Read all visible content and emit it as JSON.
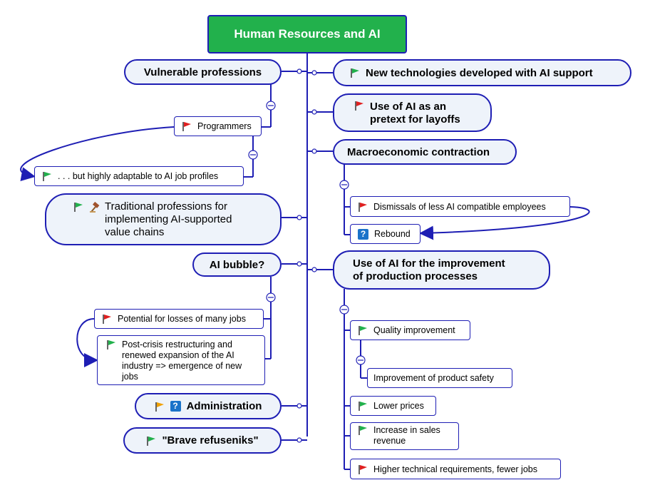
{
  "root": {
    "label": "Human Resources and AI"
  },
  "left": {
    "vulnerable": "Vulnerable professions",
    "programmers": "Programmers",
    "adaptable": ". . .  but highly adaptable to AI job profiles",
    "traditional": "Traditional professions for\nimplementing AI-supported\nvalue chains",
    "bubble": "AI bubble?",
    "losses": "Potential for losses of many jobs",
    "postcrisis": "Post-crisis restructuring and\nrenewed expansion of the AI\nindustry => emergence of new\njobs",
    "administration": "Administration",
    "refuseniks": "\"Brave refuseniks\""
  },
  "right": {
    "newtech": "New technologies developed with AI support",
    "pretext": "Use of AI as an\npretext for layoffs",
    "macro": "Macroeconomic contraction",
    "dismissals": "Dismissals of less AI compatible employees",
    "rebound": "Rebound",
    "improvement": "Use of AI for the improvement\nof  production processes",
    "quality": "Quality improvement",
    "safety": "Improvement of product safety",
    "prices": "Lower prices",
    "sales": "Increase in sales\nrevenue",
    "higher": "Higher technical requirements, fewer jobs"
  },
  "colors": {
    "green_flag": "#22b14c",
    "red_flag": "#e02020",
    "orange_flag": "#f0a000",
    "border": "#1e1eb4",
    "root": "#22b14c"
  },
  "icons": [
    "flag-icon",
    "question-icon",
    "gavel-icon",
    "collapse-icon"
  ]
}
